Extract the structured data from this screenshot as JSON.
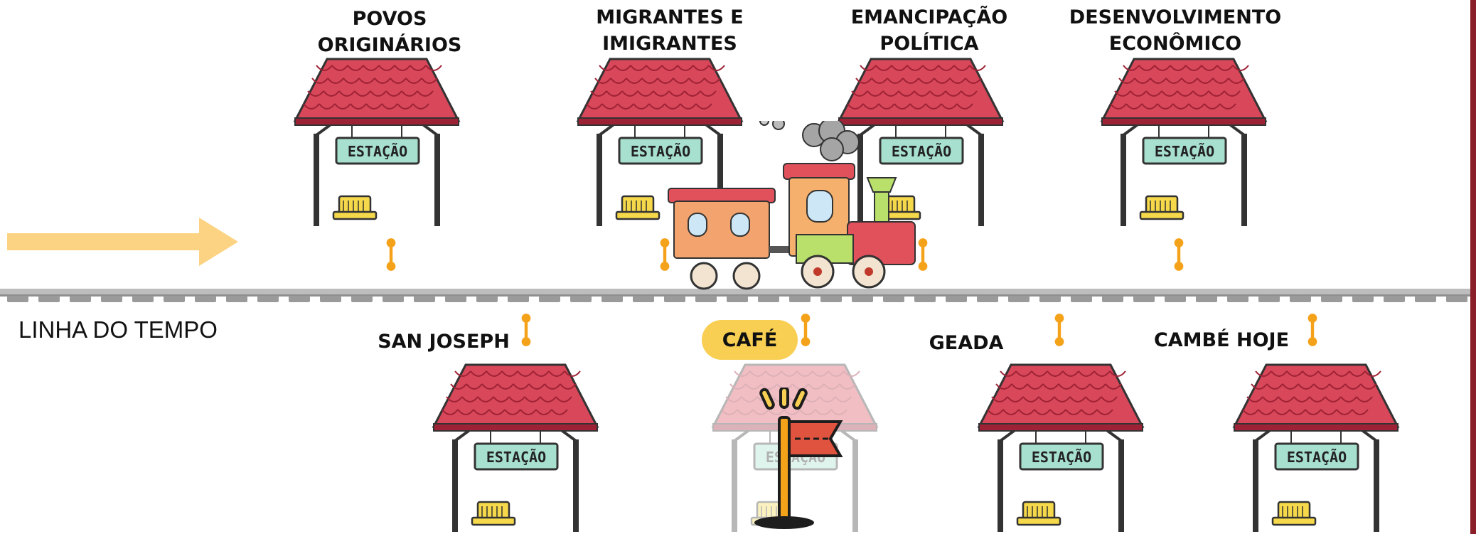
{
  "timeline": {
    "label": "LINHA DO TEMPO"
  },
  "stations_top": [
    {
      "title_line1": "POVOS",
      "title_line2": "ORIGINÁRIOS",
      "sign": "ESTAÇÃO"
    },
    {
      "title_line1": "MIGRANTES E",
      "title_line2": "IMIGRANTES",
      "sign": "ESTAÇÃO"
    },
    {
      "title_line1": "EMANCIPAÇÃO",
      "title_line2": "POLÍTICA",
      "sign": "ESTAÇÃO"
    },
    {
      "title_line1": "DESENVOLVIMENTO",
      "title_line2": "ECONÔMICO",
      "sign": "ESTAÇÃO"
    }
  ],
  "stations_bottom": [
    {
      "title": "SAN JOSEPH",
      "sign": "ESTAÇÃO"
    },
    {
      "title": "CAFÉ",
      "sign": "ESTAÇÃO"
    },
    {
      "title": "GEADA",
      "sign": "ESTAÇÃO"
    },
    {
      "title": "CAMBÉ HOJE",
      "sign": "ESTAÇÃO"
    }
  ],
  "colors": {
    "roof": "#d9475a",
    "roof_dark": "#9e2235",
    "sign_bg": "#a8e0cf",
    "connector": "#f5a21b",
    "arrow": "#fbd382",
    "cafe_pill": "#f8cf52",
    "right_bar": "#8a1f2a"
  },
  "icons": [
    "arrow-right-icon",
    "train-icon",
    "flag-icon",
    "bench-icon",
    "station-shelter-icon"
  ]
}
